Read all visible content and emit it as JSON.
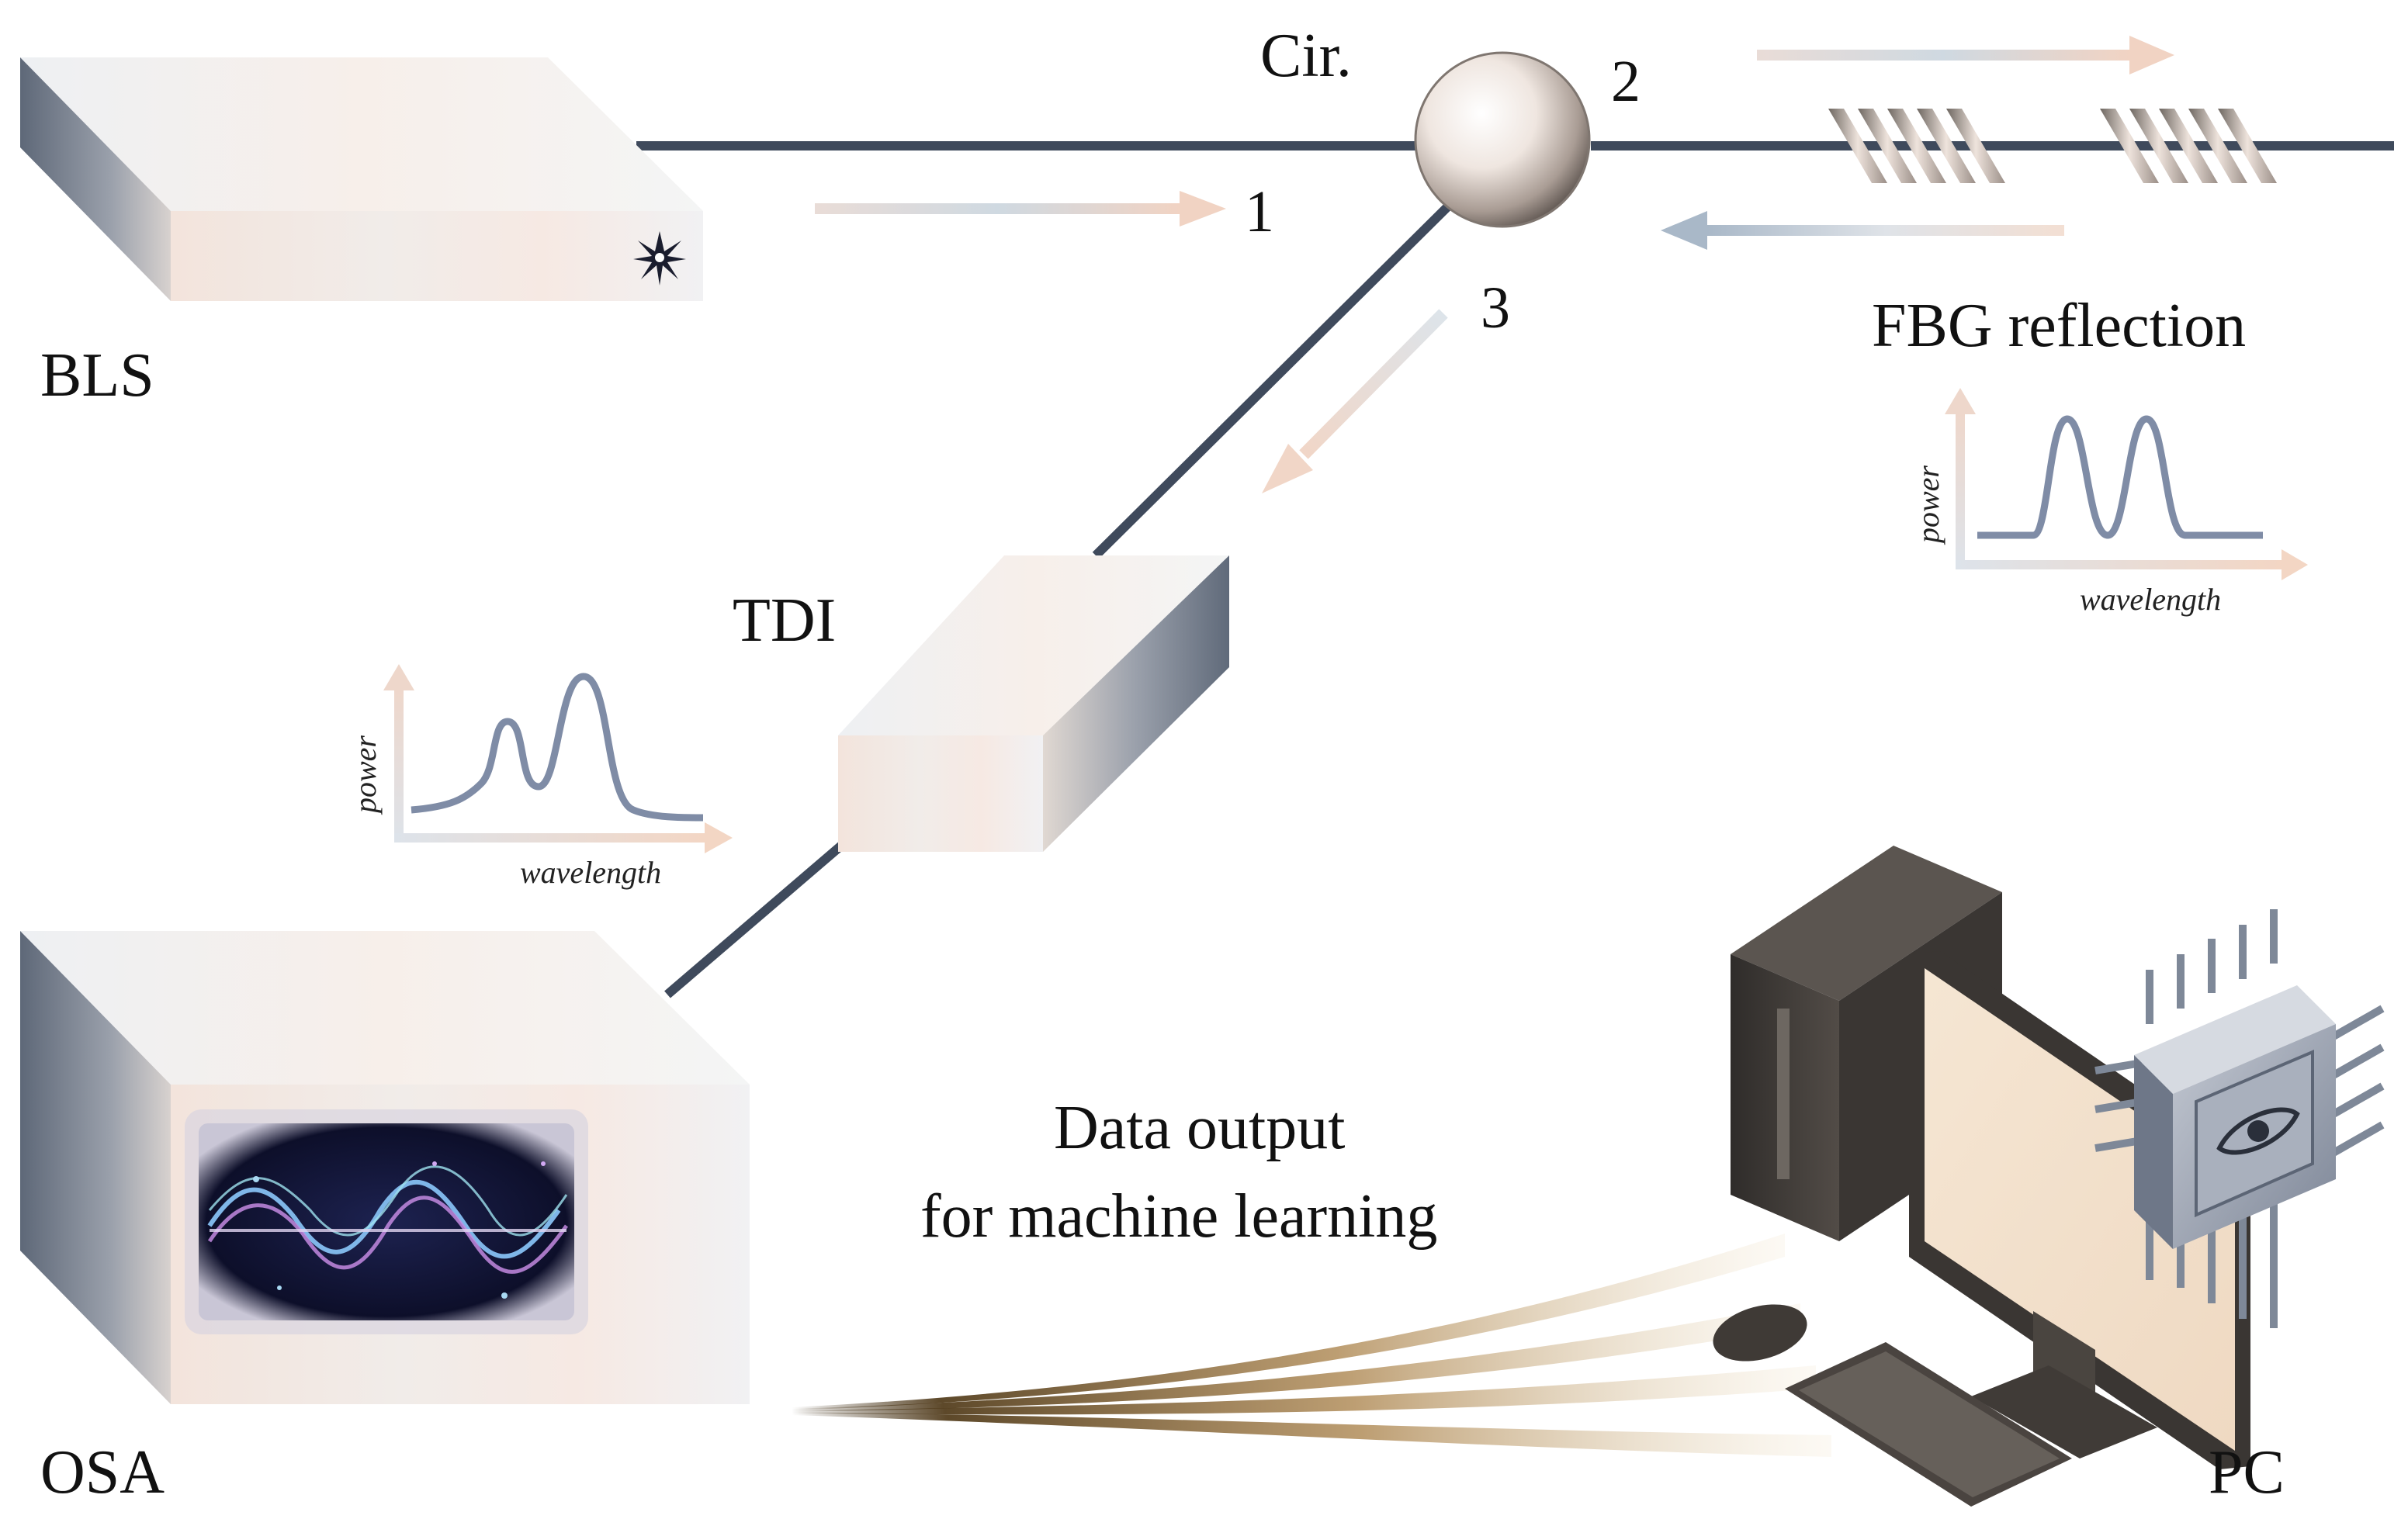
{
  "labels": {
    "bls": "BLS",
    "circulator": "Cir.",
    "port1": "1",
    "port2": "2",
    "port3": "3",
    "fbg_reflection": "FBG reflection",
    "tdi": "TDI",
    "osa": "OSA",
    "pc": "PC",
    "data_output_line1": "Data output",
    "data_output_line2": "for machine learning"
  },
  "inset_fbg": {
    "ylabel": "power",
    "xlabel": "wavelength"
  },
  "inset_tdi": {
    "ylabel": "power",
    "xlabel": "wavelength"
  },
  "colors": {
    "fiber": "#3f4a5c",
    "curve": "#7f8ca6",
    "box_top": "#f4f1ef",
    "box_front": "#f6ebe5",
    "box_side": "#7c8492",
    "monitor_screen": "#f3e4d3",
    "pc_dark": "#3a3633",
    "data_stream": "#6b4a20"
  },
  "icons": {
    "laser_star": "star-burst-icon",
    "eye": "eye-icon",
    "chip": "processor-chip-icon"
  }
}
